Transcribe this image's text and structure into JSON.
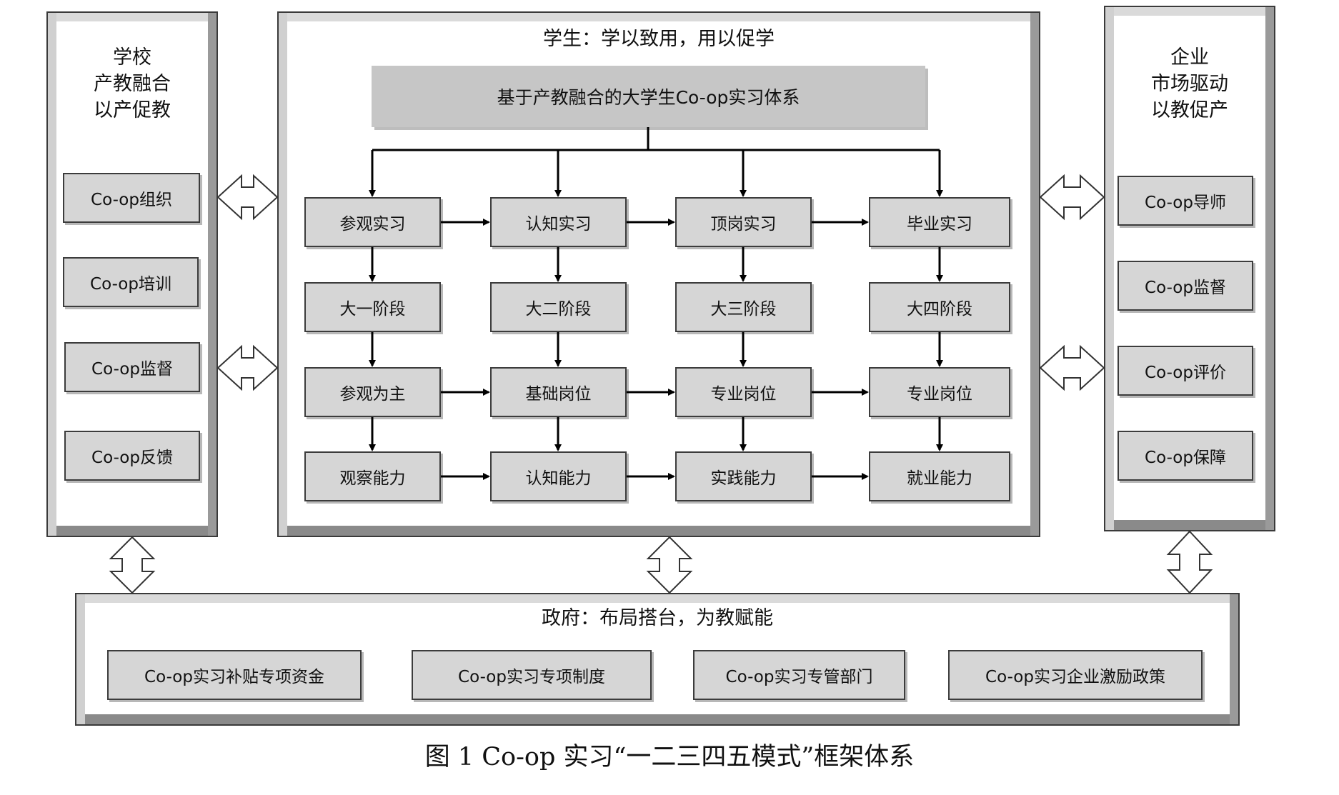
{
  "left_panel": {
    "title_lines": [
      "学校",
      "产教融合",
      "以产促教"
    ],
    "items": [
      "Co-op组织",
      "Co-op培训",
      "Co-op监督",
      "Co-op反馈"
    ]
  },
  "center_panel": {
    "title": "学生：学以致用，用以促学",
    "header": "基于产教融合的大学生Co-op实习体系",
    "grid": [
      [
        "参观实习",
        "认知实习",
        "顶岗实习",
        "毕业实习"
      ],
      [
        "大一阶段",
        "大二阶段",
        "大三阶段",
        "大四阶段"
      ],
      [
        "参观为主",
        "基础岗位",
        "专业岗位",
        "专业岗位"
      ],
      [
        "观察能力",
        "认知能力",
        "实践能力",
        "就业能力"
      ]
    ]
  },
  "right_panel": {
    "title_lines": [
      "企业",
      "市场驱动",
      "以教促产"
    ],
    "items": [
      "Co-op导师",
      "Co-op监督",
      "Co-op评价",
      "Co-op保障"
    ]
  },
  "bottom_panel": {
    "title": "政府：布局搭台，为教赋能",
    "items": [
      "Co-op实习补贴专项资金",
      "Co-op实习专项制度",
      "Co-op实习专管部门",
      "Co-op实习企业激励政策"
    ]
  },
  "caption": "图 1  Co-op  实习“一二三四五模式”框架体系"
}
